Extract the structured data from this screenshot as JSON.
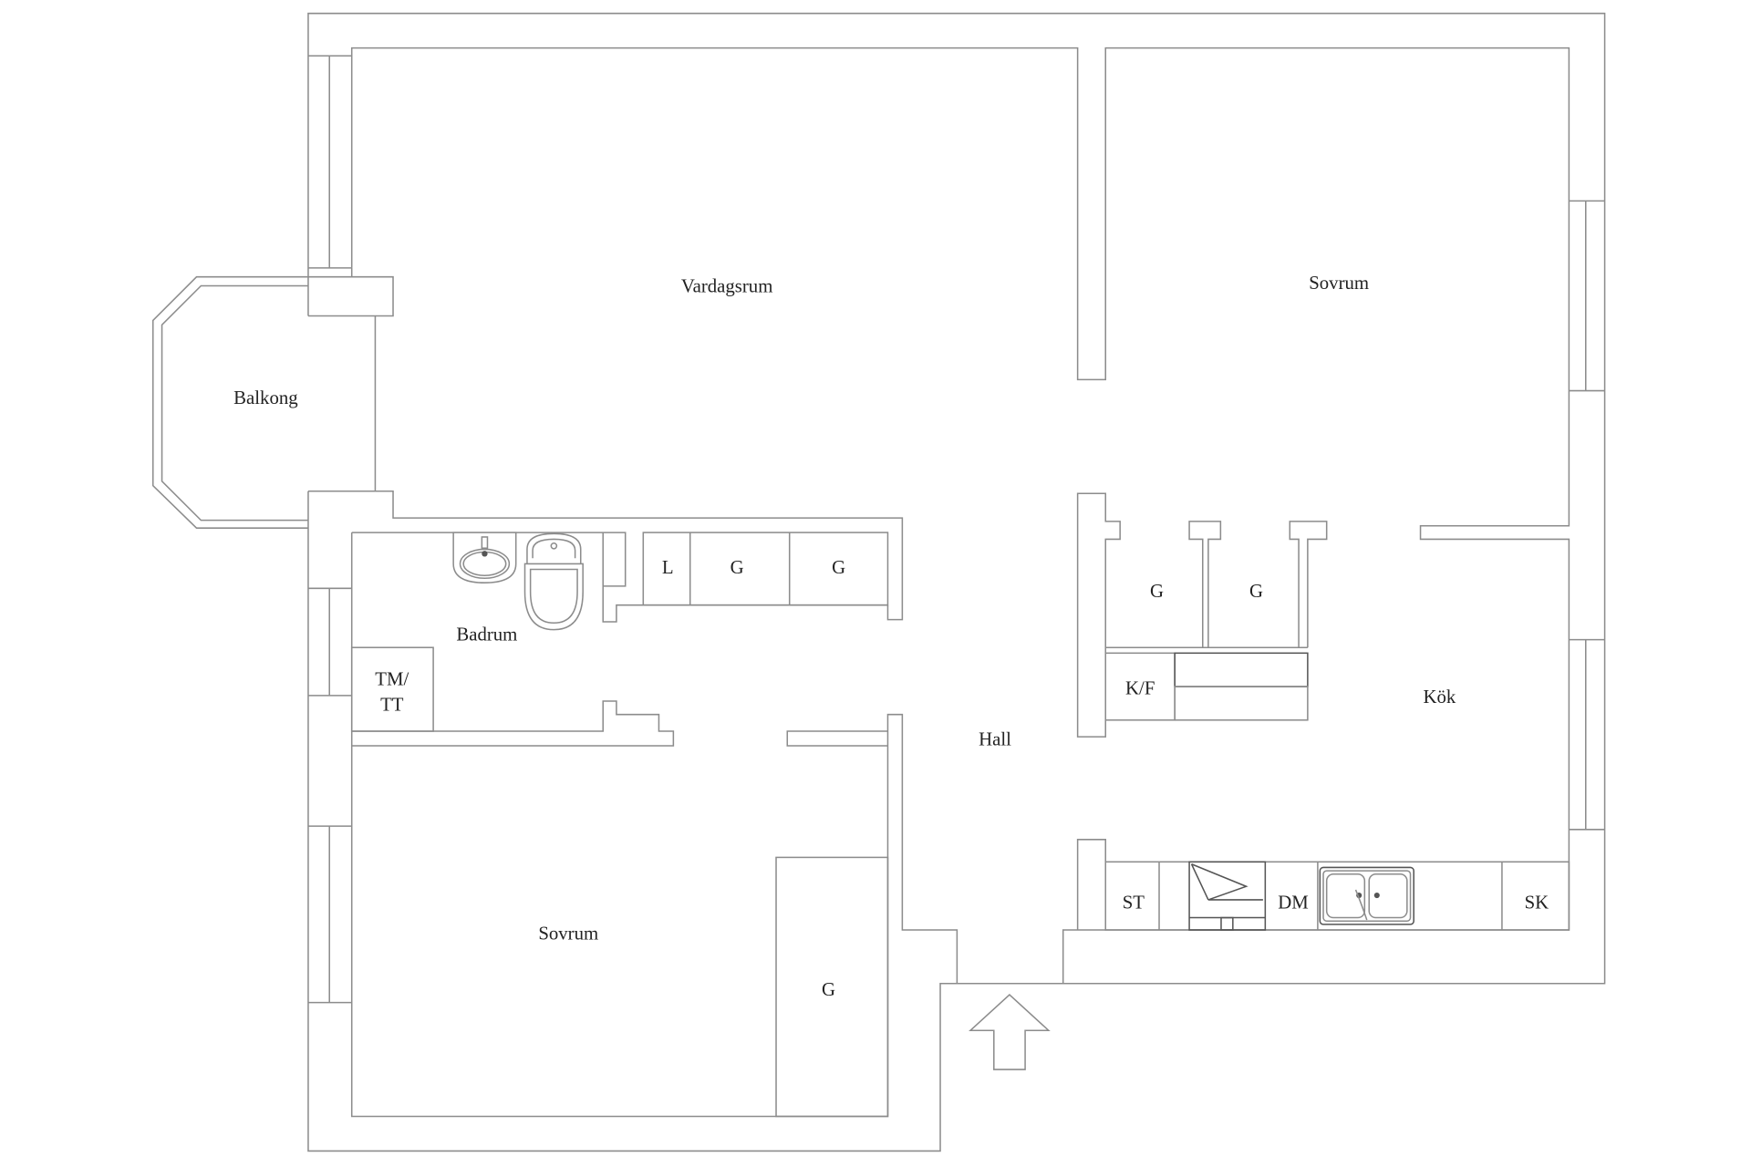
{
  "plan": {
    "rooms": {
      "vardagsrum": "Vardagsrum",
      "sovrum_north": "Sovrum",
      "balkong": "Balkong",
      "badrum": "Badrum",
      "hall": "Hall",
      "kok": "Kök",
      "sovrum_south": "Sovrum"
    },
    "badrum_units": {
      "tm": "TM/",
      "tt": "TT"
    },
    "hall_storage": [
      "L",
      "G",
      "G"
    ],
    "kitchen_storage": [
      "G",
      "G"
    ],
    "kitchen_units": {
      "kf": "K/F",
      "st": "ST",
      "dm": "DM",
      "sk": "SK"
    },
    "sovrum_south_storage": "G"
  },
  "colors": {
    "background": "#ffffff",
    "line": "#8c8c8c",
    "dark_line": "#555555",
    "text": "#222222"
  }
}
